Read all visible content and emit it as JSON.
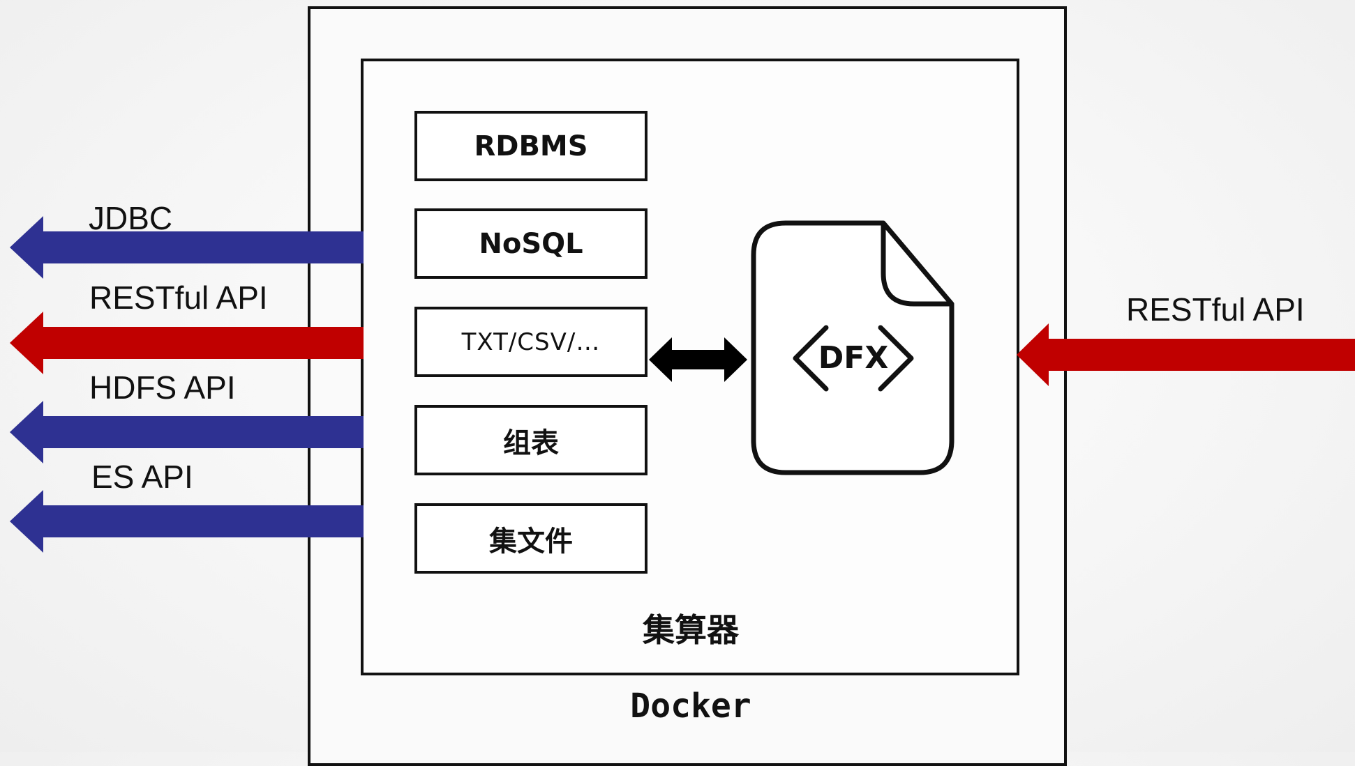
{
  "containers": {
    "docker_label": "Docker",
    "esproc_label": "集算器"
  },
  "data_sources": [
    {
      "label": "RDBMS"
    },
    {
      "label": "NoSQL"
    },
    {
      "label": "TXT/CSV/…"
    },
    {
      "label": "组表"
    },
    {
      "label": "集文件"
    }
  ],
  "dfx_file": {
    "label": "DFX",
    "icon": "file-code-icon"
  },
  "output_interfaces": [
    {
      "label": "JDBC",
      "color": "#2e3192"
    },
    {
      "label": "RESTful API",
      "color": "#c00000"
    },
    {
      "label": "HDFS API",
      "color": "#2e3192"
    },
    {
      "label": "ES API",
      "color": "#2e3192"
    }
  ],
  "input_interface": {
    "label": "RESTful API",
    "color": "#c00000"
  },
  "bidirectional_arrow_color": "#000000"
}
